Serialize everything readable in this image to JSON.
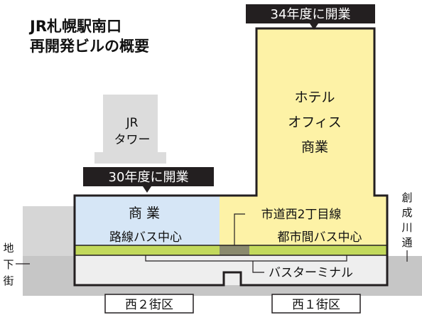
{
  "title": {
    "line1": "JR札幌駅南口",
    "line2": "再開発ビルの概要"
  },
  "jr_tower": {
    "line1": "JR",
    "line2": "タワー"
  },
  "badge_west": "30年度に開業",
  "badge_east": "34年度に開業",
  "east_tower": {
    "line1": "ホテル",
    "line2": "オフィス",
    "line3": "商業"
  },
  "west_block": {
    "commerce": "商 業",
    "bus_center": "路線バス中心"
  },
  "east_block": {
    "road_label": "市道西2丁目線",
    "bus_center": "都市間バス中心"
  },
  "bus_terminal": "バスターミナル",
  "chikagai": [
    "地",
    "下",
    "街"
  ],
  "sosei_river": [
    "創",
    "成",
    "川",
    "通"
  ],
  "districts": {
    "west": "西２街区",
    "east": "西１街区"
  },
  "colors": {
    "yellow": "#fdf2a6",
    "blue": "#d6e6f6",
    "green": "#c2d95c",
    "gray": "#dcdcdc",
    "dark_gray": "#c9c9c9",
    "black": "#231f20",
    "road": "#8a8a6e"
  }
}
